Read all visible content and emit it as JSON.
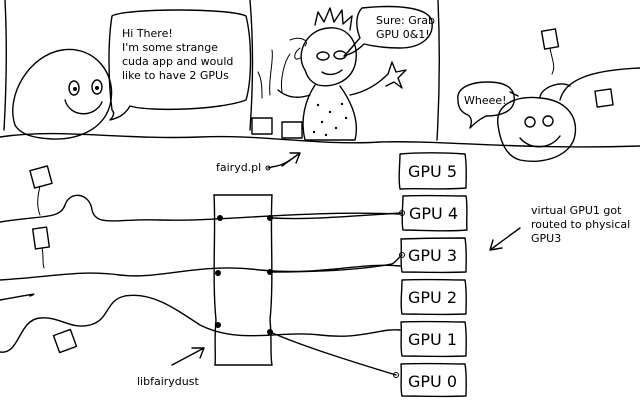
{
  "colors": {
    "ink": "#000000",
    "paper": "#ffffff"
  },
  "bubbles": {
    "left_line1": "Hi There!",
    "left_line2": "I'm some strange",
    "left_line3": "cuda app and would",
    "left_line4": "like to have 2 GPUs",
    "fairy_line1": "Sure: Grab",
    "fairy_line2": "GPU 0&1!",
    "right": "Wheee!"
  },
  "labels": {
    "fairyd": "fairyd.pl",
    "libfairydust": "libfairydust",
    "note_line1": "virtual GPU1 got",
    "note_line2": " routed to physical",
    "note_line3": "GPU3"
  },
  "gpus": [
    {
      "label": "GPU 5"
    },
    {
      "label": "GPU 4"
    },
    {
      "label": "GPU 3"
    },
    {
      "label": "GPU 2"
    },
    {
      "label": "GPU 1"
    },
    {
      "label": "GPU 0"
    }
  ]
}
